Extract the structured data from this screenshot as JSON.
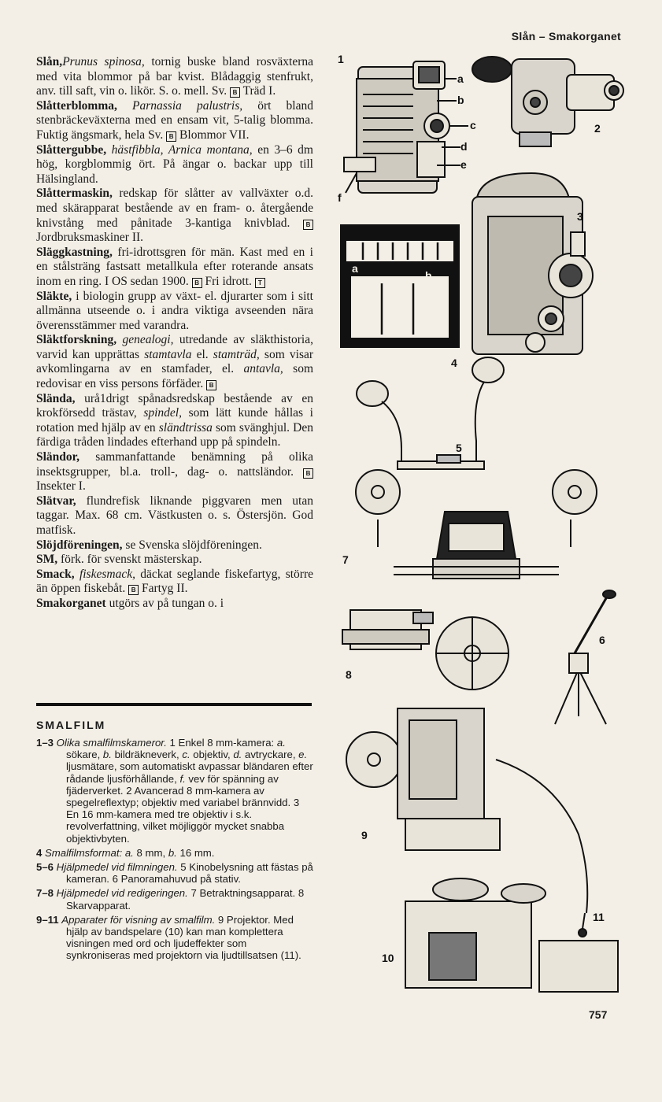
{
  "header": {
    "running_head": "Slån – Smakorganet"
  },
  "page_number": "757",
  "entries": [
    {
      "hw": "Slån,",
      "rest": [
        {
          "t": "it",
          "v": "Prunus spinosa,"
        },
        {
          "t": "n",
          "v": " tornig buske bland rosväxterna med vita blommor på bar kvist. Blådaggig stenfrukt, anv. till saft, vin o. likör. S. o. mell. Sv. "
        },
        {
          "t": "sym",
          "v": "B"
        },
        {
          "t": "n",
          "v": " Träd I."
        }
      ]
    },
    {
      "hw": "Slåtterblomma,",
      "rest": [
        {
          "t": "it",
          "v": " Parnassia palustris,"
        },
        {
          "t": "n",
          "v": " ört bland stenbräckeväxterna med en ensam vit, 5-talig blomma. Fuktig ängsmark, hela Sv. "
        },
        {
          "t": "sym",
          "v": "B"
        },
        {
          "t": "n",
          "v": " Blommor VII."
        }
      ]
    },
    {
      "hw": "Slåttergubbe,",
      "rest": [
        {
          "t": "it",
          "v": " hästfibbla, Arnica montana,"
        },
        {
          "t": "n",
          "v": " en 3–6 dm hög, korgblommig ört. På ängar o. backar upp till Hälsingland."
        }
      ]
    },
    {
      "hw": "Slåttermaskin,",
      "rest": [
        {
          "t": "n",
          "v": " redskap för slåtter av vallväxter o.d. med skärapparat bestående av en fram- o. återgående knivstång med pånitade 3-kantiga knivblad. "
        },
        {
          "t": "sym",
          "v": "B"
        },
        {
          "t": "n",
          "v": " Jordbruksmaskiner II."
        }
      ]
    },
    {
      "hw": "Släggkastning,",
      "rest": [
        {
          "t": "n",
          "v": " fri-idrottsgren för män. Kast med en i en stålsträng fastsatt metallkula efter roterande ansats inom en ring. I OS sedan 1900. "
        },
        {
          "t": "sym",
          "v": "B"
        },
        {
          "t": "n",
          "v": " Fri idrott. "
        },
        {
          "t": "sym",
          "v": "T"
        }
      ]
    },
    {
      "hw": "Släkte,",
      "rest": [
        {
          "t": "n",
          "v": " i biologin grupp av växt- el. djurarter som i sitt allmänna utseende o. i andra viktiga avseenden nära överensstämmer med varandra."
        }
      ]
    },
    {
      "hw": "Släktforskning,",
      "rest": [
        {
          "t": "it",
          "v": " genealogi,"
        },
        {
          "t": "n",
          "v": " utredande av släkthistoria, varvid kan upprättas "
        },
        {
          "t": "it",
          "v": "stamtavla"
        },
        {
          "t": "n",
          "v": " el. "
        },
        {
          "t": "it",
          "v": "stamträd,"
        },
        {
          "t": "n",
          "v": " som visar avkomlingarna av en stamfader, el. "
        },
        {
          "t": "it",
          "v": "antavla,"
        },
        {
          "t": "n",
          "v": " som redovisar en viss persons förfäder. "
        },
        {
          "t": "sym",
          "v": "B"
        }
      ]
    },
    {
      "hw": "Slända,",
      "rest": [
        {
          "t": "n",
          "v": " urå1drigt spånadsredskap bestående av en krokförsedd trästav, "
        },
        {
          "t": "it",
          "v": "spindel,"
        },
        {
          "t": "n",
          "v": " som lätt kunde hållas i rotation med hjälp av en "
        },
        {
          "t": "it",
          "v": "sländtrissa"
        },
        {
          "t": "n",
          "v": " som svänghjul. Den färdiga tråden lindades efterhand upp på spindeln."
        }
      ]
    },
    {
      "hw": "Sländor,",
      "rest": [
        {
          "t": "n",
          "v": " sammanfattande benämning på olika insektsgrupper, bl.a. troll-, dag- o. nattsländor. "
        },
        {
          "t": "sym",
          "v": "B"
        },
        {
          "t": "n",
          "v": " Insekter I."
        }
      ]
    },
    {
      "hw": "Slätvar,",
      "rest": [
        {
          "t": "n",
          "v": " flundrefisk liknande piggvaren men utan taggar. Max. 68 cm. Västkusten o. s. Östersjön. God matfisk."
        }
      ]
    },
    {
      "hw": "Slöjdföreningen,",
      "rest": [
        {
          "t": "n",
          "v": " se Svenska slöjdföreningen."
        }
      ]
    },
    {
      "hw": "SM,",
      "rest": [
        {
          "t": "n",
          "v": " förk. för svenskt mästerskap."
        }
      ]
    },
    {
      "hw": "Smack,",
      "rest": [
        {
          "t": "it",
          "v": " fiskesmack,"
        },
        {
          "t": "n",
          "v": " däckat seglande fiskefartyg, större än öppen fiskebåt. "
        },
        {
          "t": "sym",
          "v": "B"
        },
        {
          "t": "n",
          "v": " Fartyg II."
        }
      ]
    },
    {
      "hw": "Smakorganet",
      "rest": [
        {
          "t": "n",
          "v": " utgörs av på tungan o. i"
        }
      ]
    }
  ],
  "captions_title": "SMALFILM",
  "captions": [
    {
      "num": "1–3",
      "parts": [
        {
          "t": "it",
          "v": "Olika smalfilmskameror."
        },
        {
          "t": "n",
          "v": " 1 Enkel 8 mm-kamera: "
        },
        {
          "t": "it",
          "v": "a."
        },
        {
          "t": "n",
          "v": " sökare, "
        },
        {
          "t": "it",
          "v": "b."
        },
        {
          "t": "n",
          "v": " bildräkneverk, "
        },
        {
          "t": "it",
          "v": "c."
        },
        {
          "t": "n",
          "v": " objektiv, "
        },
        {
          "t": "it",
          "v": "d."
        },
        {
          "t": "n",
          "v": " avtryckare, "
        },
        {
          "t": "it",
          "v": "e."
        },
        {
          "t": "n",
          "v": " ljusmätare, som automatiskt avpassar bländaren efter rådande ljusförhållande, "
        },
        {
          "t": "it",
          "v": "f."
        },
        {
          "t": "n",
          "v": " vev för spänning av fjäderverket. 2 Avancerad 8 mm-kamera av spegelreflextyp; objektiv med variabel brännvidd. 3 En 16 mm-kamera med tre objektiv i s.k. revolverfattning, vilket möjliggör mycket snabba objektivbyten."
        }
      ]
    },
    {
      "num": "4",
      "parts": [
        {
          "t": "it",
          "v": "Smalfilmsformat:"
        },
        {
          "t": "it",
          "v": " a."
        },
        {
          "t": "n",
          "v": " 8 mm, "
        },
        {
          "t": "it",
          "v": "b."
        },
        {
          "t": "n",
          "v": " 16 mm."
        }
      ]
    },
    {
      "num": "5–6",
      "parts": [
        {
          "t": "it",
          "v": "Hjälpmedel vid filmningen."
        },
        {
          "t": "n",
          "v": " 5 Kinobelysning att fästas på kameran. 6 Panoramahuvud på stativ."
        }
      ]
    },
    {
      "num": "7–8",
      "parts": [
        {
          "t": "it",
          "v": "Hjälpmedel vid redigeringen."
        },
        {
          "t": "n",
          "v": " 7 Betraktningsapparat. 8 Skarvapparat."
        }
      ]
    },
    {
      "num": "9–11",
      "parts": [
        {
          "t": "it",
          "v": "Apparater för visning av smalfilm."
        },
        {
          "t": "n",
          "v": " 9 Projektor. Med hjälp av bandspelare (10) kan man komplettera visningen med ord och ljudeffekter som synkroniseras med projektorn via ljudtillsatsen (11)."
        }
      ]
    }
  ],
  "figure_labels": {
    "f1": "1",
    "f2": "2",
    "f3": "3",
    "f4": "4",
    "f5": "5",
    "f6": "6",
    "f7": "7",
    "f8": "8",
    "f9": "9",
    "f10": "10",
    "f11": "11",
    "a": "a",
    "b": "b",
    "c": "c",
    "d": "d",
    "e": "e",
    "f": "f",
    "fa": "a",
    "fb": "b"
  }
}
